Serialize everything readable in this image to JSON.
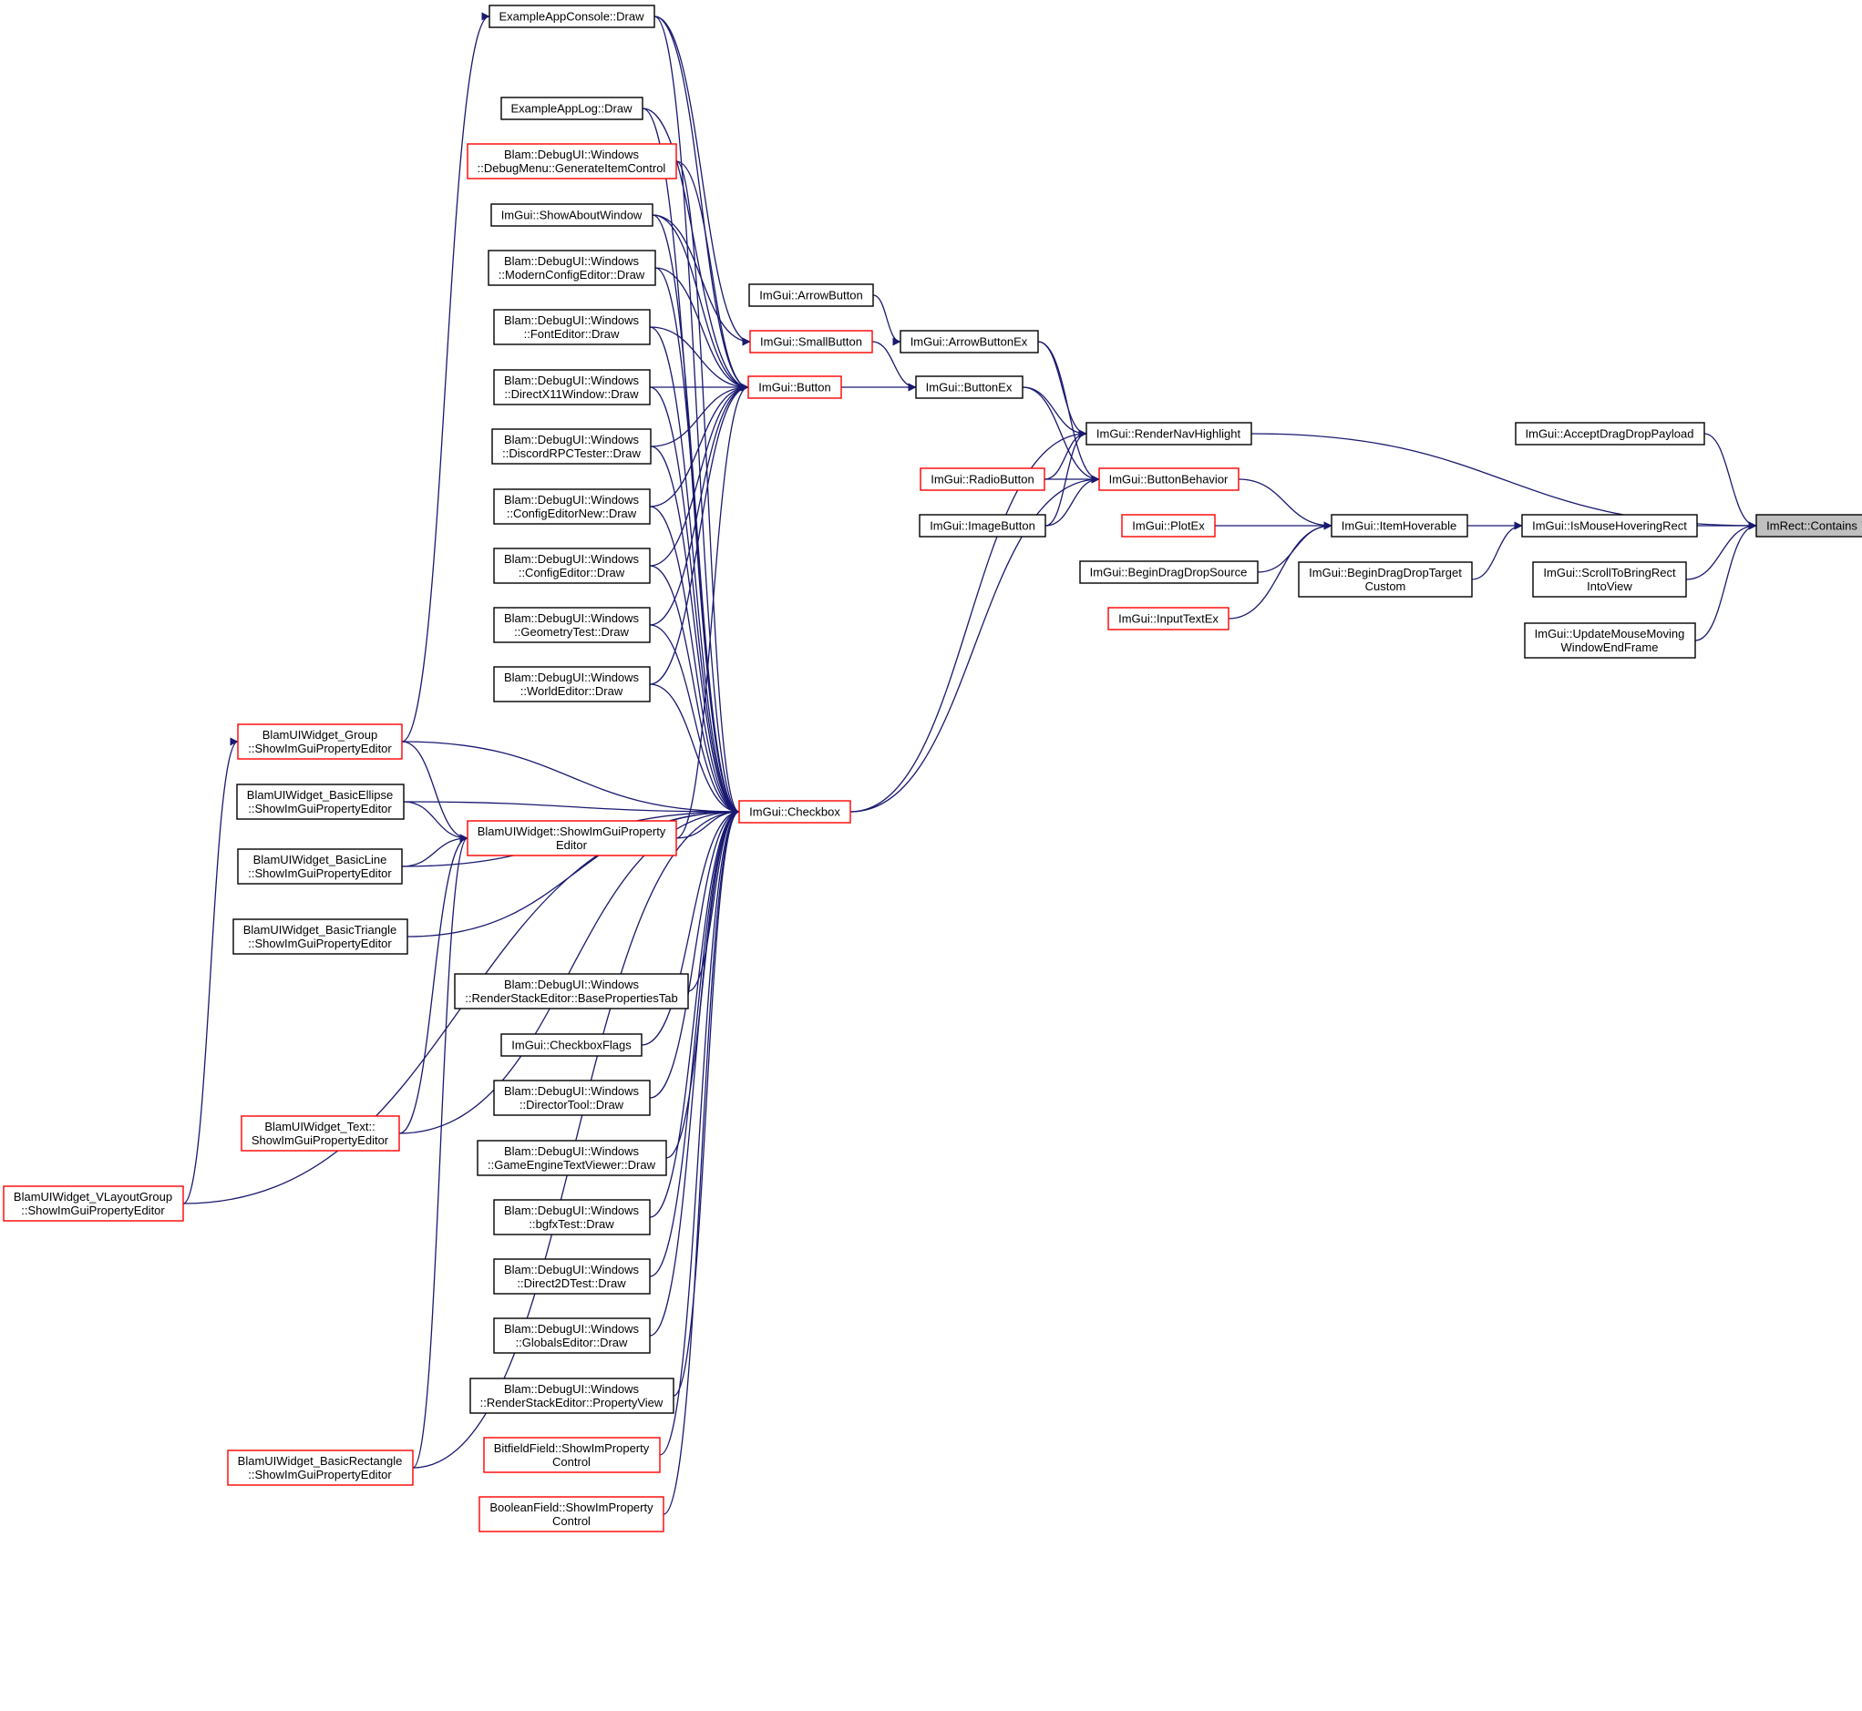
{
  "colors": {
    "edge": "#191970",
    "border_normal": "#000000",
    "border_incomplete": "#ff0000",
    "focus_fill": "#bfbfbf"
  },
  "nodes": [
    {
      "id": "imrect_contains",
      "style": "grey",
      "lines": [
        "ImRect::Contains"
      ]
    },
    {
      "id": "accept_drag_drop_payload",
      "style": "black",
      "lines": [
        "ImGui::AcceptDragDropPayload"
      ]
    },
    {
      "id": "is_mouse_hovering_rect",
      "style": "black",
      "lines": [
        "ImGui::IsMouseHoveringRect"
      ]
    },
    {
      "id": "scroll_to_bring_rect",
      "style": "black",
      "lines": [
        "ImGui::ScrollToBringRect",
        "IntoView"
      ]
    },
    {
      "id": "update_mouse_moving",
      "style": "black",
      "lines": [
        "ImGui::UpdateMouseMoving",
        "WindowEndFrame"
      ]
    },
    {
      "id": "render_nav_highlight",
      "style": "black",
      "lines": [
        "ImGui::RenderNavHighlight"
      ]
    },
    {
      "id": "item_hoverable",
      "style": "black",
      "lines": [
        "ImGui::ItemHoverable"
      ]
    },
    {
      "id": "begin_drag_drop_target_custom",
      "style": "black",
      "lines": [
        "ImGui::BeginDragDropTarget",
        "Custom"
      ]
    },
    {
      "id": "button_behavior",
      "style": "red",
      "lines": [
        "ImGui::ButtonBehavior"
      ]
    },
    {
      "id": "plot_ex",
      "style": "red",
      "lines": [
        "ImGui::PlotEx"
      ]
    },
    {
      "id": "begin_drag_drop_source",
      "style": "black",
      "lines": [
        "ImGui::BeginDragDropSource"
      ]
    },
    {
      "id": "input_text_ex",
      "style": "red",
      "lines": [
        "ImGui::InputTextEx"
      ]
    },
    {
      "id": "arrow_button_ex",
      "style": "black",
      "lines": [
        "ImGui::ArrowButtonEx"
      ]
    },
    {
      "id": "button_ex",
      "style": "black",
      "lines": [
        "ImGui::ButtonEx"
      ]
    },
    {
      "id": "radio_button",
      "style": "red",
      "lines": [
        "ImGui::RadioButton"
      ]
    },
    {
      "id": "image_button",
      "style": "black",
      "lines": [
        "ImGui::ImageButton"
      ]
    },
    {
      "id": "arrow_button",
      "style": "black",
      "lines": [
        "ImGui::ArrowButton"
      ]
    },
    {
      "id": "small_button",
      "style": "red",
      "lines": [
        "ImGui::SmallButton"
      ]
    },
    {
      "id": "button",
      "style": "red",
      "lines": [
        "ImGui::Button"
      ]
    },
    {
      "id": "checkbox",
      "style": "red",
      "lines": [
        "ImGui::Checkbox"
      ]
    },
    {
      "id": "app_console_draw",
      "style": "black",
      "lines": [
        "ExampleAppConsole::Draw"
      ]
    },
    {
      "id": "app_log_draw",
      "style": "black",
      "lines": [
        "ExampleAppLog::Draw"
      ]
    },
    {
      "id": "debug_menu_generate",
      "style": "red",
      "lines": [
        "Blam::DebugUI::Windows",
        "::DebugMenu::GenerateItemControl"
      ]
    },
    {
      "id": "show_about_window",
      "style": "black",
      "lines": [
        "ImGui::ShowAboutWindow"
      ]
    },
    {
      "id": "modern_config_editor",
      "style": "black",
      "lines": [
        "Blam::DebugUI::Windows",
        "::ModernConfigEditor::Draw"
      ]
    },
    {
      "id": "font_editor",
      "style": "black",
      "lines": [
        "Blam::DebugUI::Windows",
        "::FontEditor::Draw"
      ]
    },
    {
      "id": "directx11_window",
      "style": "black",
      "lines": [
        "Blam::DebugUI::Windows",
        "::DirectX11Window::Draw"
      ]
    },
    {
      "id": "discord_rpc_tester",
      "style": "black",
      "lines": [
        "Blam::DebugUI::Windows",
        "::DiscordRPCTester::Draw"
      ]
    },
    {
      "id": "config_editor_new",
      "style": "black",
      "lines": [
        "Blam::DebugUI::Windows",
        "::ConfigEditorNew::Draw"
      ]
    },
    {
      "id": "config_editor",
      "style": "black",
      "lines": [
        "Blam::DebugUI::Windows",
        "::ConfigEditor::Draw"
      ]
    },
    {
      "id": "geometry_test",
      "style": "black",
      "lines": [
        "Blam::DebugUI::Windows",
        "::GeometryTest::Draw"
      ]
    },
    {
      "id": "world_editor",
      "style": "black",
      "lines": [
        "Blam::DebugUI::Windows",
        "::WorldEditor::Draw"
      ]
    },
    {
      "id": "widget_show_property_editor",
      "style": "red",
      "lines": [
        "BlamUIWidget::ShowImGuiProperty",
        "Editor"
      ]
    },
    {
      "id": "render_stack_base_props",
      "style": "black",
      "lines": [
        "Blam::DebugUI::Windows",
        "::RenderStackEditor::BasePropertiesTab"
      ]
    },
    {
      "id": "checkbox_flags",
      "style": "black",
      "lines": [
        "ImGui::CheckboxFlags"
      ]
    },
    {
      "id": "director_tool",
      "style": "black",
      "lines": [
        "Blam::DebugUI::Windows",
        "::DirectorTool::Draw"
      ]
    },
    {
      "id": "game_engine_text_viewer",
      "style": "black",
      "lines": [
        "Blam::DebugUI::Windows",
        "::GameEngineTextViewer::Draw"
      ]
    },
    {
      "id": "bgfx_test",
      "style": "black",
      "lines": [
        "Blam::DebugUI::Windows",
        "::bgfxTest::Draw"
      ]
    },
    {
      "id": "direct2d_test",
      "style": "black",
      "lines": [
        "Blam::DebugUI::Windows",
        "::Direct2DTest::Draw"
      ]
    },
    {
      "id": "globals_editor",
      "style": "black",
      "lines": [
        "Blam::DebugUI::Windows",
        "::GlobalsEditor::Draw"
      ]
    },
    {
      "id": "render_stack_property_view",
      "style": "black",
      "lines": [
        "Blam::DebugUI::Windows",
        "::RenderStackEditor::PropertyView"
      ]
    },
    {
      "id": "bitfield_field",
      "style": "red",
      "lines": [
        "BitfieldField::ShowImProperty",
        "Control"
      ]
    },
    {
      "id": "boolean_field",
      "style": "red",
      "lines": [
        "BooleanField::ShowImProperty",
        "Control"
      ]
    },
    {
      "id": "widget_group",
      "style": "red",
      "lines": [
        "BlamUIWidget_Group",
        "::ShowImGuiPropertyEditor"
      ]
    },
    {
      "id": "widget_basic_ellipse",
      "style": "black",
      "lines": [
        "BlamUIWidget_BasicEllipse",
        "::ShowImGuiPropertyEditor"
      ]
    },
    {
      "id": "widget_basic_line",
      "style": "black",
      "lines": [
        "BlamUIWidget_BasicLine",
        "::ShowImGuiPropertyEditor"
      ]
    },
    {
      "id": "widget_basic_triangle",
      "style": "black",
      "lines": [
        "BlamUIWidget_BasicTriangle",
        "::ShowImGuiPropertyEditor"
      ]
    },
    {
      "id": "widget_text",
      "style": "red",
      "lines": [
        "BlamUIWidget_Text::",
        "ShowImGuiPropertyEditor"
      ]
    },
    {
      "id": "widget_vlayout_group",
      "style": "red",
      "lines": [
        "BlamUIWidget_VLayoutGroup",
        "::ShowImGuiPropertyEditor"
      ]
    },
    {
      "id": "widget_basic_rectangle",
      "style": "red",
      "lines": [
        "BlamUIWidget_BasicRectangle",
        "::ShowImGuiPropertyEditor"
      ]
    }
  ],
  "edges": [
    [
      "accept_drag_drop_payload",
      "imrect_contains"
    ],
    [
      "is_mouse_hovering_rect",
      "imrect_contains"
    ],
    [
      "scroll_to_bring_rect",
      "imrect_contains"
    ],
    [
      "update_mouse_moving",
      "imrect_contains"
    ],
    [
      "render_nav_highlight",
      "imrect_contains"
    ],
    [
      "item_hoverable",
      "is_mouse_hovering_rect"
    ],
    [
      "begin_drag_drop_target_custom",
      "is_mouse_hovering_rect"
    ],
    [
      "button_behavior",
      "item_hoverable"
    ],
    [
      "plot_ex",
      "item_hoverable"
    ],
    [
      "begin_drag_drop_source",
      "item_hoverable"
    ],
    [
      "input_text_ex",
      "item_hoverable"
    ],
    [
      "arrow_button_ex",
      "render_nav_highlight"
    ],
    [
      "button_ex",
      "render_nav_highlight"
    ],
    [
      "radio_button",
      "render_nav_highlight"
    ],
    [
      "image_button",
      "render_nav_highlight"
    ],
    [
      "checkbox",
      "render_nav_highlight"
    ],
    [
      "arrow_button_ex",
      "button_behavior"
    ],
    [
      "button_ex",
      "button_behavior"
    ],
    [
      "radio_button",
      "button_behavior"
    ],
    [
      "image_button",
      "button_behavior"
    ],
    [
      "checkbox",
      "button_behavior"
    ],
    [
      "arrow_button",
      "arrow_button_ex"
    ],
    [
      "small_button",
      "button_ex"
    ],
    [
      "button",
      "button_ex"
    ],
    [
      "app_console_draw",
      "small_button"
    ],
    [
      "show_about_window",
      "small_button"
    ],
    [
      "app_console_draw",
      "button"
    ],
    [
      "app_log_draw",
      "button"
    ],
    [
      "debug_menu_generate",
      "button"
    ],
    [
      "show_about_window",
      "button"
    ],
    [
      "modern_config_editor",
      "button"
    ],
    [
      "font_editor",
      "button"
    ],
    [
      "directx11_window",
      "button"
    ],
    [
      "discord_rpc_tester",
      "button"
    ],
    [
      "config_editor_new",
      "button"
    ],
    [
      "config_editor",
      "button"
    ],
    [
      "geometry_test",
      "button"
    ],
    [
      "world_editor",
      "button"
    ],
    [
      "widget_show_property_editor",
      "button"
    ],
    [
      "app_console_draw",
      "checkbox"
    ],
    [
      "app_log_draw",
      "checkbox"
    ],
    [
      "debug_menu_generate",
      "checkbox"
    ],
    [
      "show_about_window",
      "checkbox"
    ],
    [
      "modern_config_editor",
      "checkbox"
    ],
    [
      "font_editor",
      "checkbox"
    ],
    [
      "directx11_window",
      "checkbox"
    ],
    [
      "discord_rpc_tester",
      "checkbox"
    ],
    [
      "config_editor_new",
      "checkbox"
    ],
    [
      "config_editor",
      "checkbox"
    ],
    [
      "geometry_test",
      "checkbox"
    ],
    [
      "world_editor",
      "checkbox"
    ],
    [
      "widget_group",
      "checkbox"
    ],
    [
      "widget_group",
      "app_console_draw"
    ],
    [
      "widget_basic_ellipse",
      "checkbox"
    ],
    [
      "widget_show_property_editor",
      "checkbox"
    ],
    [
      "widget_basic_line",
      "checkbox"
    ],
    [
      "widget_basic_triangle",
      "checkbox"
    ],
    [
      "render_stack_base_props",
      "checkbox"
    ],
    [
      "checkbox_flags",
      "checkbox"
    ],
    [
      "director_tool",
      "checkbox"
    ],
    [
      "game_engine_text_viewer",
      "checkbox"
    ],
    [
      "bgfx_test",
      "checkbox"
    ],
    [
      "direct2d_test",
      "checkbox"
    ],
    [
      "globals_editor",
      "checkbox"
    ],
    [
      "render_stack_property_view",
      "checkbox"
    ],
    [
      "bitfield_field",
      "checkbox"
    ],
    [
      "boolean_field",
      "checkbox"
    ],
    [
      "widget_text",
      "checkbox"
    ],
    [
      "widget_basic_rectangle",
      "checkbox"
    ],
    [
      "widget_vlayout_group",
      "checkbox"
    ],
    [
      "widget_group",
      "widget_show_property_editor"
    ],
    [
      "widget_basic_ellipse",
      "widget_show_property_editor"
    ],
    [
      "widget_basic_line",
      "widget_show_property_editor"
    ],
    [
      "widget_text",
      "widget_show_property_editor"
    ],
    [
      "widget_basic_rectangle",
      "widget_show_property_editor"
    ],
    [
      "widget_vlayout_group",
      "widget_group"
    ]
  ]
}
